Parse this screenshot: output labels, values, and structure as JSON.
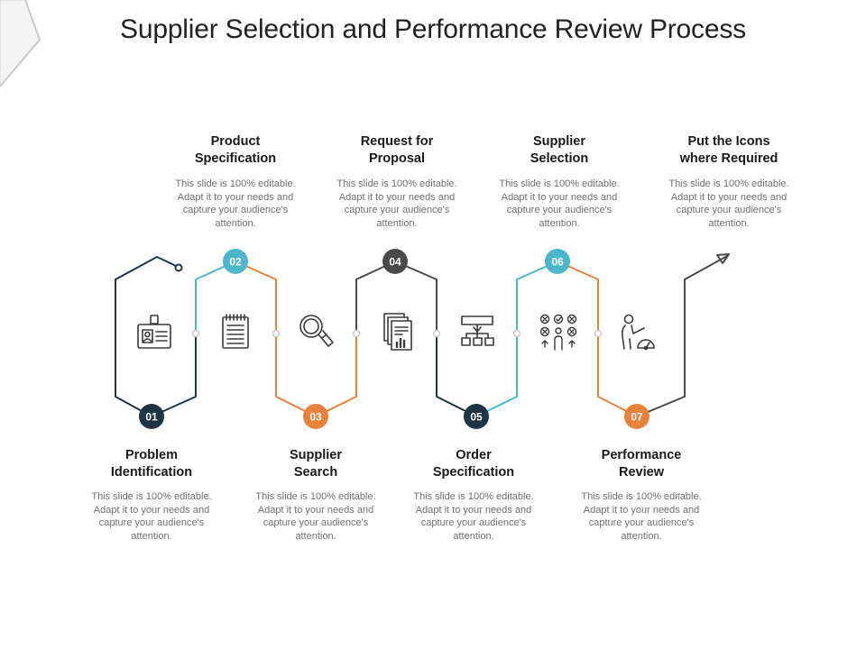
{
  "title": "Supplier Selection and Performance Review Process",
  "colors": {
    "navy": "#1f3544",
    "teal": "#4bb7c9",
    "orange": "#e8823a",
    "gray": "#4a4a4a",
    "icon": "#3a3a3a"
  },
  "steps": [
    {
      "number": "01",
      "title": "Problem\nIdentification",
      "description": "This slide is 100% editable. Adapt it to your needs and capture your audience's attention.",
      "icon": "id-card-icon",
      "color": "#1f3544"
    },
    {
      "number": "02",
      "title": "Product\nSpecification",
      "description": "This slide is 100% editable. Adapt it to your needs and capture your audience's attention.",
      "icon": "notepad-icon",
      "color": "#4bb7c9"
    },
    {
      "number": "03",
      "title": "Supplier\nSearch",
      "description": "This slide is 100% editable. Adapt it to your needs and capture your audience's attention.",
      "icon": "magnifier-icon",
      "color": "#e8823a"
    },
    {
      "number": "04",
      "title": "Request for\nProposal",
      "description": "This slide is 100% editable. Adapt it to your needs and capture your audience's attention.",
      "icon": "documents-chart-icon",
      "color": "#4a4a4a"
    },
    {
      "number": "05",
      "title": "Order\nSpecification",
      "description": "This slide is 100% editable. Adapt it to your needs and capture your audience's attention.",
      "icon": "flowchart-icon",
      "color": "#1f3544"
    },
    {
      "number": "06",
      "title": "Supplier\nSelection",
      "description": "This slide is 100% editable. Adapt it to your needs and capture your audience's attention.",
      "icon": "selection-grid-icon",
      "color": "#4bb7c9"
    },
    {
      "number": "07",
      "title": "Performance\nReview",
      "description": "This slide is 100% editable. Adapt it to your needs and capture your audience's attention.",
      "icon": "person-gauge-icon",
      "color": "#e8823a"
    },
    {
      "number": "",
      "title": "Put the Icons\nwhere Required",
      "description": "This slide is 100% editable. Adapt it to your needs and capture your audience's attention.",
      "icon": "",
      "color": "#4a4a4a"
    }
  ]
}
